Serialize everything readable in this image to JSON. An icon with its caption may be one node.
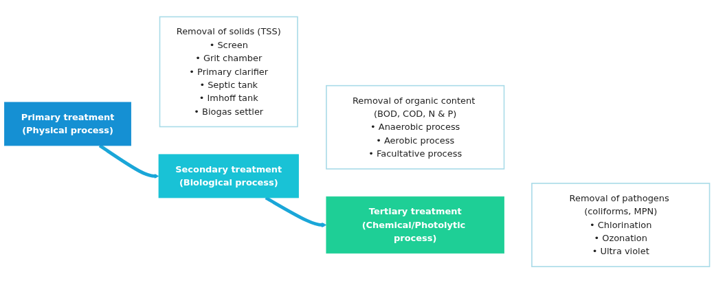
{
  "diagram": {
    "nodes": [
      {
        "text": [
          "Primary treatment",
          "(Physical process)"
        ]
      },
      {
        "text": [
          "Removal of solids (TSS)",
          "• Screen",
          "• Grit chamber",
          "• Primary clarifier",
          "• Septic tank",
          "• Imhoff tank",
          "• Biogas settler"
        ]
      },
      {
        "text": [
          "Secondary treatment",
          "(Biological process)"
        ]
      },
      {
        "text": [
          "Removal of organic content (BOD, COD, N & P)",
          "• Anaerobic process",
          "• Aerobic process",
          "• Facultative process"
        ]
      },
      {
        "text": [
          "Tertiary treatment",
          "(Chemical/Photolytic process)"
        ]
      },
      {
        "text": [
          "Removal of pathogens (coliforms, MPN)",
          "• Chlorination",
          "• Ozonation",
          "• Ultra violet"
        ]
      }
    ],
    "edges": [
      {
        "from": 0,
        "to": 2,
        "arrow": "to"
      },
      {
        "from": 2,
        "to": 4,
        "arrow": "to"
      }
    ]
  }
}
